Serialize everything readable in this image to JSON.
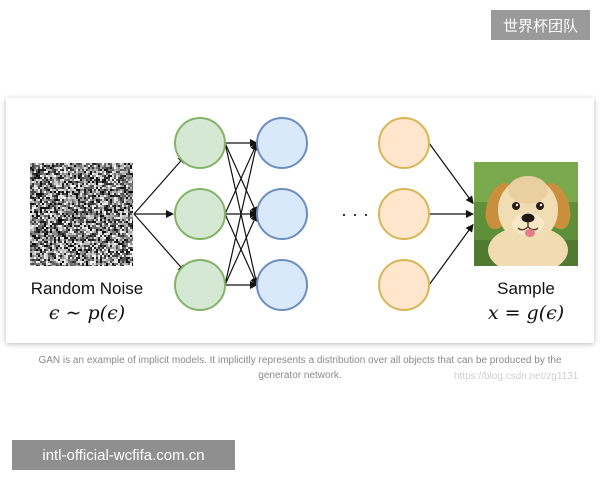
{
  "top_badge": "世界杯团队",
  "diagram": {
    "input_label": "Random Noise",
    "input_formula": "ϵ ∼ p(ϵ)",
    "output_label": "Sample",
    "output_formula": "x = g(ϵ)",
    "ellipsis": "· · ·",
    "layer_colors": {
      "layer1_fill": "#d5e8d4",
      "layer1_stroke": "#82b366",
      "layer2_fill": "#dae8fc",
      "layer2_stroke": "#6c8ebf",
      "layer3_fill": "#ffe6cc",
      "layer3_stroke": "#d6b656"
    }
  },
  "caption": {
    "line1": "GAN is an example of implicit models. It implicitly represents a distribution over all objects that can be produced by the",
    "line2": "generator network."
  },
  "watermark_url": "https://blog.csdn.net/zg1131",
  "bottom_badge": "intl-official-wcfifa.com.cn"
}
